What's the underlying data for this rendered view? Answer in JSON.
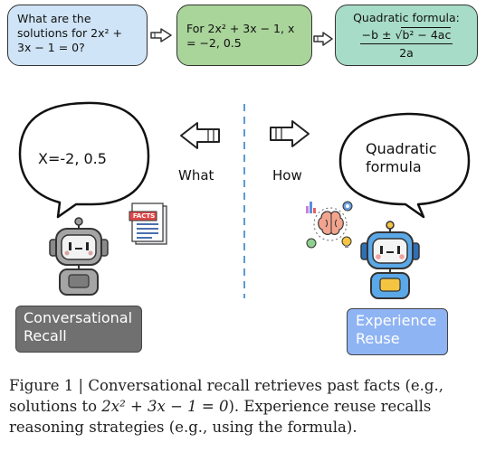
{
  "top_boxes": [
    {
      "text": "What are the solutions for 2x² + 3x − 1 = 0?",
      "color": "#cfe4f6"
    },
    {
      "text": "For 2x² + 3x − 1, x = −2, 0.5",
      "color": "#a9d49a"
    },
    {
      "title": "Quadratic formula:",
      "numerator_pre": "−b ± ",
      "radicand": "b² − 4ac",
      "denominator": "2a",
      "color": "#a7dcc9"
    }
  ],
  "left_bubble": {
    "text": "X=-2, 0.5"
  },
  "right_bubble": {
    "line1": "Quadratic",
    "line2": "formula"
  },
  "middle": {
    "left_word": "What",
    "right_word": "How"
  },
  "facts_label": "FACTS",
  "labels": {
    "left": {
      "line1": "Conversational",
      "line2": "Recall",
      "bg": "#707070",
      "fg": "#ffffff"
    },
    "right": {
      "line1": "Experience",
      "line2": "Reuse",
      "bg": "#8fb4f4",
      "fg": "#ffffff"
    }
  },
  "caption": {
    "prefix": "Figure 1 | Conversational recall retrieves past facts (e.g., solutions to ",
    "math": "2x² + 3x − 1 = 0",
    "suffix": "). Experience reuse recalls reasoning strategies (e.g., using the formula)."
  }
}
